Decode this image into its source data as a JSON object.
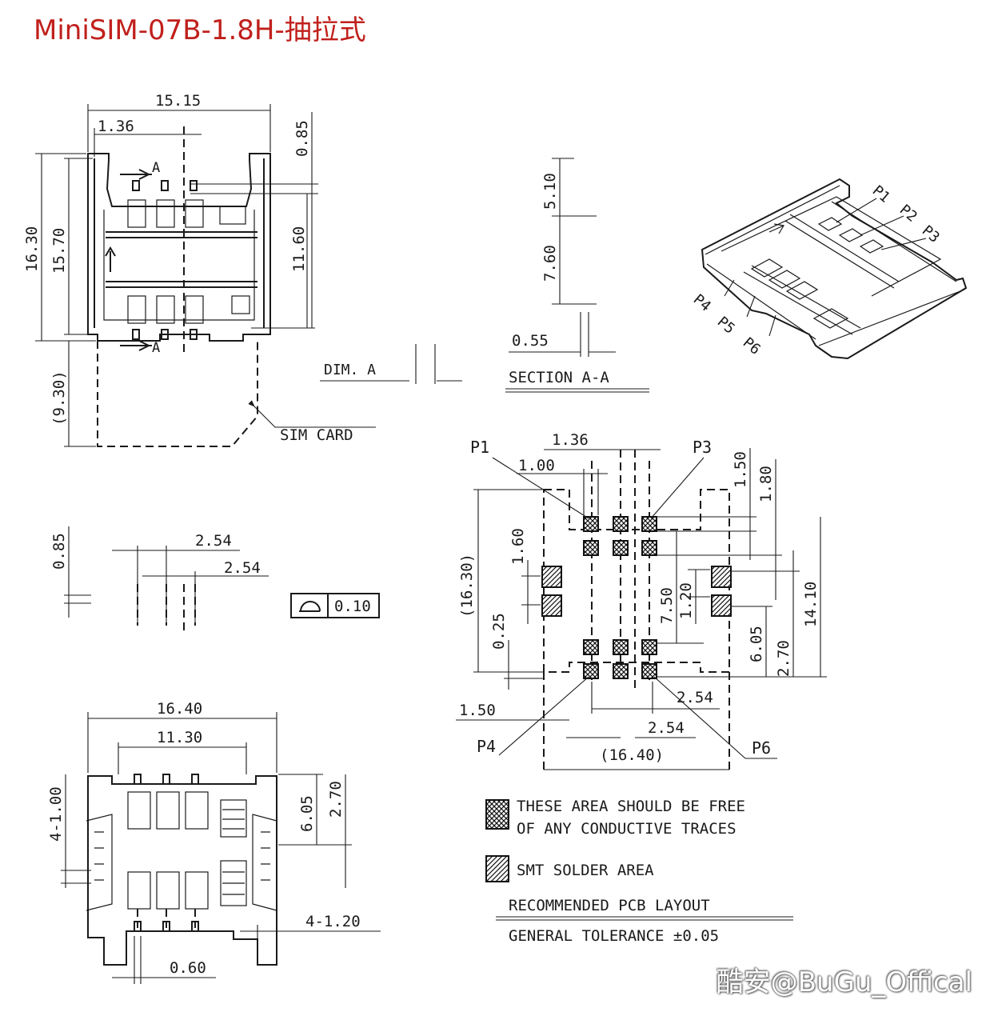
{
  "title": "MiniSIM-07B-1.8H-抽拉式",
  "watermark": "酷安@BuGu_Offical",
  "top_view": {
    "dims": [
      "15.15",
      "1.36",
      "0.85",
      "16.30",
      "15.70",
      "11.60",
      "(9.30)",
      "A",
      "A"
    ],
    "sim_card_label": "SIM CARD"
  },
  "section": {
    "dims": [
      "5.10",
      "7.60",
      "0.55"
    ],
    "dim_a_label": "DIM. A",
    "title": "SECTION A-A"
  },
  "iso_view": {
    "pins": [
      "P1",
      "P2",
      "P3",
      "P4",
      "P5",
      "P6"
    ]
  },
  "pitch_view": {
    "dims": [
      "0.85",
      "2.54",
      "2.54"
    ],
    "flatness_value": "0.10"
  },
  "bottom_view": {
    "dims": [
      "16.40",
      "11.30",
      "4-1.00",
      "6.05",
      "2.70",
      "4-1.20",
      "0.60"
    ]
  },
  "pcb_layout": {
    "labels": [
      "P1",
      "P3",
      "P4",
      "P6"
    ],
    "dims": [
      "1.36",
      "1.00",
      "1.50",
      "1.80",
      "1.60",
      "(16.30)",
      "0.25",
      "7.50",
      "1.20",
      "14.10",
      "6.05",
      "2.70",
      "1.50",
      "2.54",
      "2.54",
      "(16.40)"
    ],
    "legend_keepout": [
      "THESE AREA SHOULD BE FREE",
      "OF ANY CONDUCTIVE TRACES"
    ],
    "legend_smt": "SMT SOLDER AREA",
    "caption": "RECOMMENDED PCB LAYOUT",
    "tolerance": "GENERAL TOLERANCE ±0.05"
  }
}
